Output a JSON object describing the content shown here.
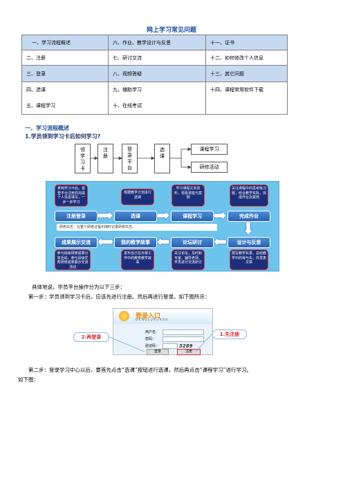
{
  "title": "网上学习常见问题",
  "toc": [
    [
      "一、学习流程概述",
      "六、作业、教学设计与反思",
      "十一、证书"
    ],
    [
      "二、注册",
      "七、研讨交流",
      "十二、如何修改个人信息"
    ],
    [
      "三、登录",
      "八、视频答疑",
      "十三、其它问题"
    ],
    [
      "四、选课",
      "九、辅助学习",
      "十四、课程常用软件下载"
    ],
    [
      "五、课程学习",
      "十、在线考试",
      ""
    ]
  ],
  "section_heading": "一、学习流程概述",
  "sub_heading": "1.学员领到学习卡后如何学习?",
  "flow": {
    "boxes": [
      "领学习卡",
      "注册",
      "登录平台",
      "选课"
    ],
    "branch": [
      "课程学习",
      "研修活动"
    ]
  },
  "panel": {
    "steps_top": [
      "注册登录",
      "选课",
      "课程学习",
      "完成作业"
    ],
    "steps_bottom": [
      "成果展示交流",
      "我的教学故事",
      "论坛研讨",
      "设计与反思"
    ],
    "notes_top": [
      "拿到学习卡后，首登平台注册并完成个人信息填写，一步一步学习",
      "根据教学计划进行选课",
      "学习课程文本资料，观看讲座与案例",
      "关注课程中的思考练习题，结合教学实际，完成作业及案例"
    ],
    "notes_bottom": [
      "参与班级研修成果分享活动，参与县级优秀研修成果展示交流活动",
      "发布自己在日常工作中的教育教学故事",
      "关注论坛，及时和专家、辅导老师、学员进行交流研讨",
      "撰写教学实录、总结教学中的得与失，并发表文章"
    ],
    "log": "研修日志：在整个研修过程中随时记录研修日志。"
  },
  "para1": "具体地说，学员平台操作分为以下三步：",
  "para2": "第一步：学员领到学习卡后，应该先进行注册。然后再进行登录。如下图所示：",
  "login": {
    "title": "登录入口",
    "sub": "DENGLURUKOU",
    "user_label": "用户名：",
    "pass_label": "密码：",
    "code_label": "验证码：",
    "captcha": "3289",
    "login_btn": "登录",
    "register_btn": "注册",
    "callout_left": "2.再登录",
    "callout_right": "1.先注册"
  },
  "para3": "第二步：登录学习中心以后，要首先点击“选课”按钮进行选课，然后再点击“课程学习”进行学习。",
  "para4": "如下图："
}
